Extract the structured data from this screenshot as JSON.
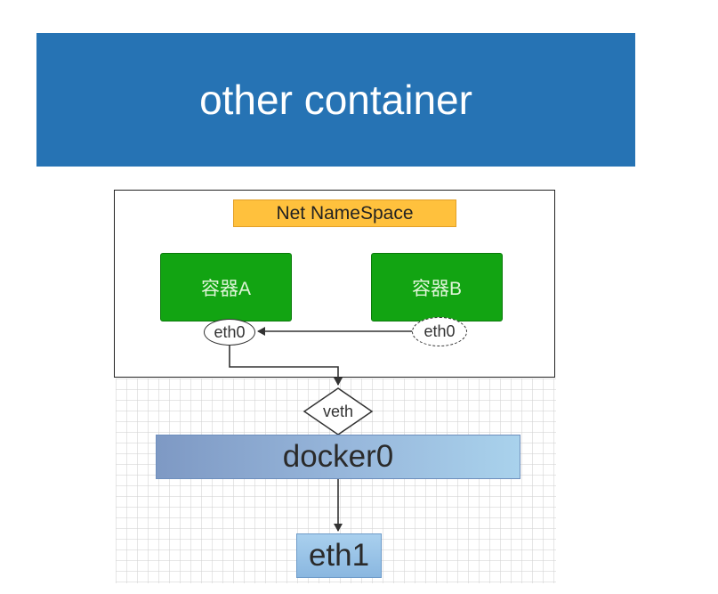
{
  "banner": {
    "title": "other container"
  },
  "namespace": {
    "label": "Net NameSpace"
  },
  "containers": {
    "a": {
      "label": "容器A",
      "iface": "eth0"
    },
    "b": {
      "label": "容器B",
      "iface": "eth0"
    }
  },
  "veth": {
    "label": "veth"
  },
  "bridge": {
    "label": "docker0"
  },
  "host_iface": {
    "label": "eth1"
  },
  "colors": {
    "banner": "#2673b4",
    "namespace_label": "#ffc13d",
    "container": "#12a412",
    "bridge": "#98b8dc",
    "host_iface": "#9ec6ea"
  }
}
